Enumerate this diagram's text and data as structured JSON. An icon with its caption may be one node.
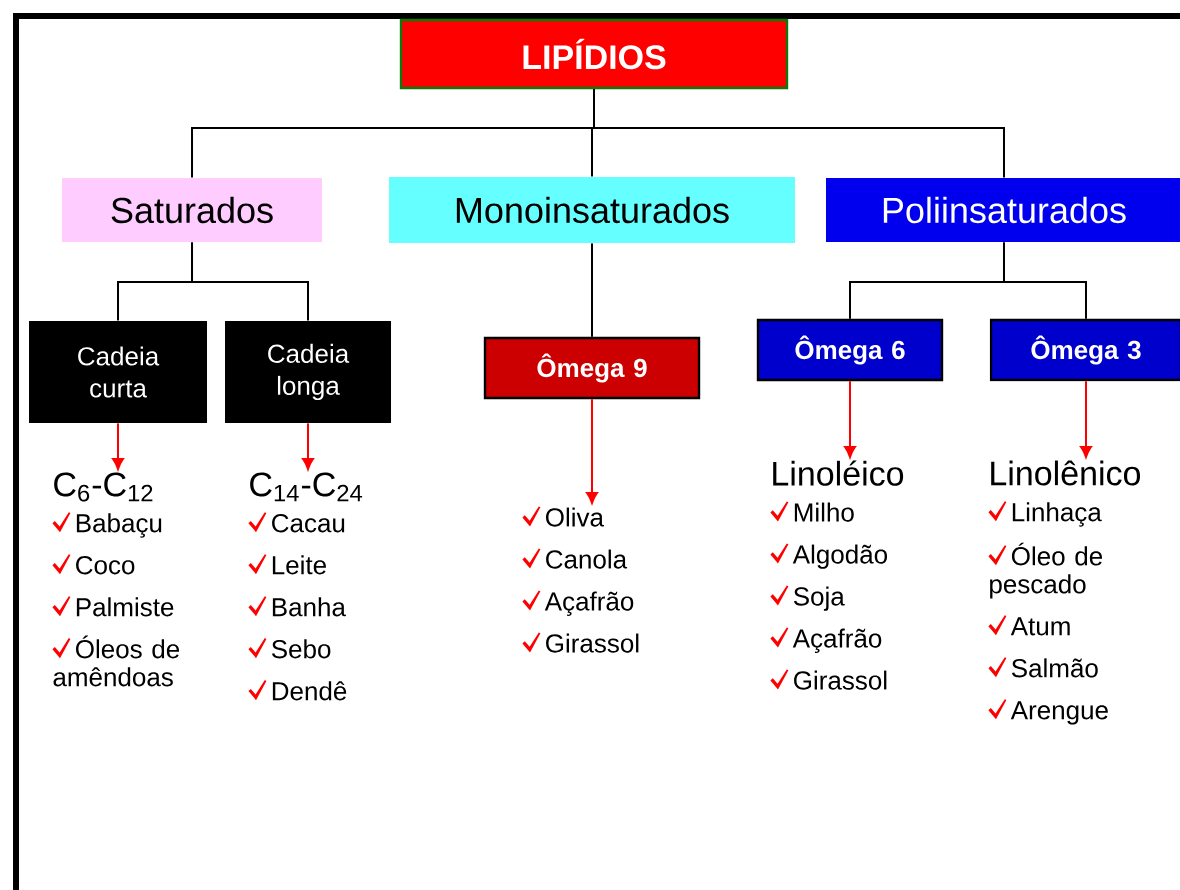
{
  "diagram": {
    "nodes": [
      {
        "text": [
          "LIPÍDIOS"
        ]
      },
      {
        "text": [
          "Saturados"
        ]
      },
      {
        "text": [
          "Monoinsaturados"
        ]
      },
      {
        "text": [
          "Poliinsaturados"
        ]
      },
      {
        "text": [
          "Cadeia curta"
        ]
      },
      {
        "text": [
          "Cadeia longa"
        ]
      },
      {
        "text": [
          "Ômega 9"
        ]
      },
      {
        "text": [
          "Ômega 6"
        ]
      },
      {
        "text": [
          "Ômega 3"
        ]
      },
      {
        "text": [
          "C$_{6}$-C$_{12}$",
          "Babaçu",
          "Coco",
          "Palmiste",
          "Óleos de amêndoas"
        ]
      },
      {
        "text": [
          "C$_{14}$-C$_{24}$",
          "Cacau",
          "Leite",
          "Banha",
          "Sebo",
          "Dendê"
        ]
      },
      {
        "text": [
          "Oliva",
          "Canola",
          "Açafrão",
          "Girassol"
        ]
      },
      {
        "text": [
          "Linoléico",
          "Milho",
          "Algodão",
          "Soja",
          "Açafrão",
          "Girassol"
        ]
      },
      {
        "text": [
          "Linolênico",
          "Linhaça",
          "Óleo de pescado",
          "Atum",
          "Salmão",
          "Arengue"
        ]
      }
    ],
    "edges": [
      {
        "from": 0,
        "to": 1,
        "arrow": "none"
      },
      {
        "from": 0,
        "to": 2,
        "arrow": "none"
      },
      {
        "from": 0,
        "to": 3,
        "arrow": "none"
      },
      {
        "from": 1,
        "to": 4,
        "arrow": "none"
      },
      {
        "from": 1,
        "to": 5,
        "arrow": "none"
      },
      {
        "from": 2,
        "to": 6,
        "arrow": "none"
      },
      {
        "from": 3,
        "to": 7,
        "arrow": "none"
      },
      {
        "from": 3,
        "to": 8,
        "arrow": "none"
      },
      {
        "from": 4,
        "to": 9,
        "arrow": "to",
        "color": "#ff0000"
      },
      {
        "from": 5,
        "to": 10,
        "arrow": "to",
        "color": "#ff0000"
      },
      {
        "from": 6,
        "to": 11,
        "arrow": "to",
        "color": "#ff0000"
      },
      {
        "from": 7,
        "to": 12,
        "arrow": "to",
        "color": "#ff0000"
      },
      {
        "from": 8,
        "to": 13,
        "arrow": "to",
        "color": "#ff0000"
      }
    ]
  }
}
